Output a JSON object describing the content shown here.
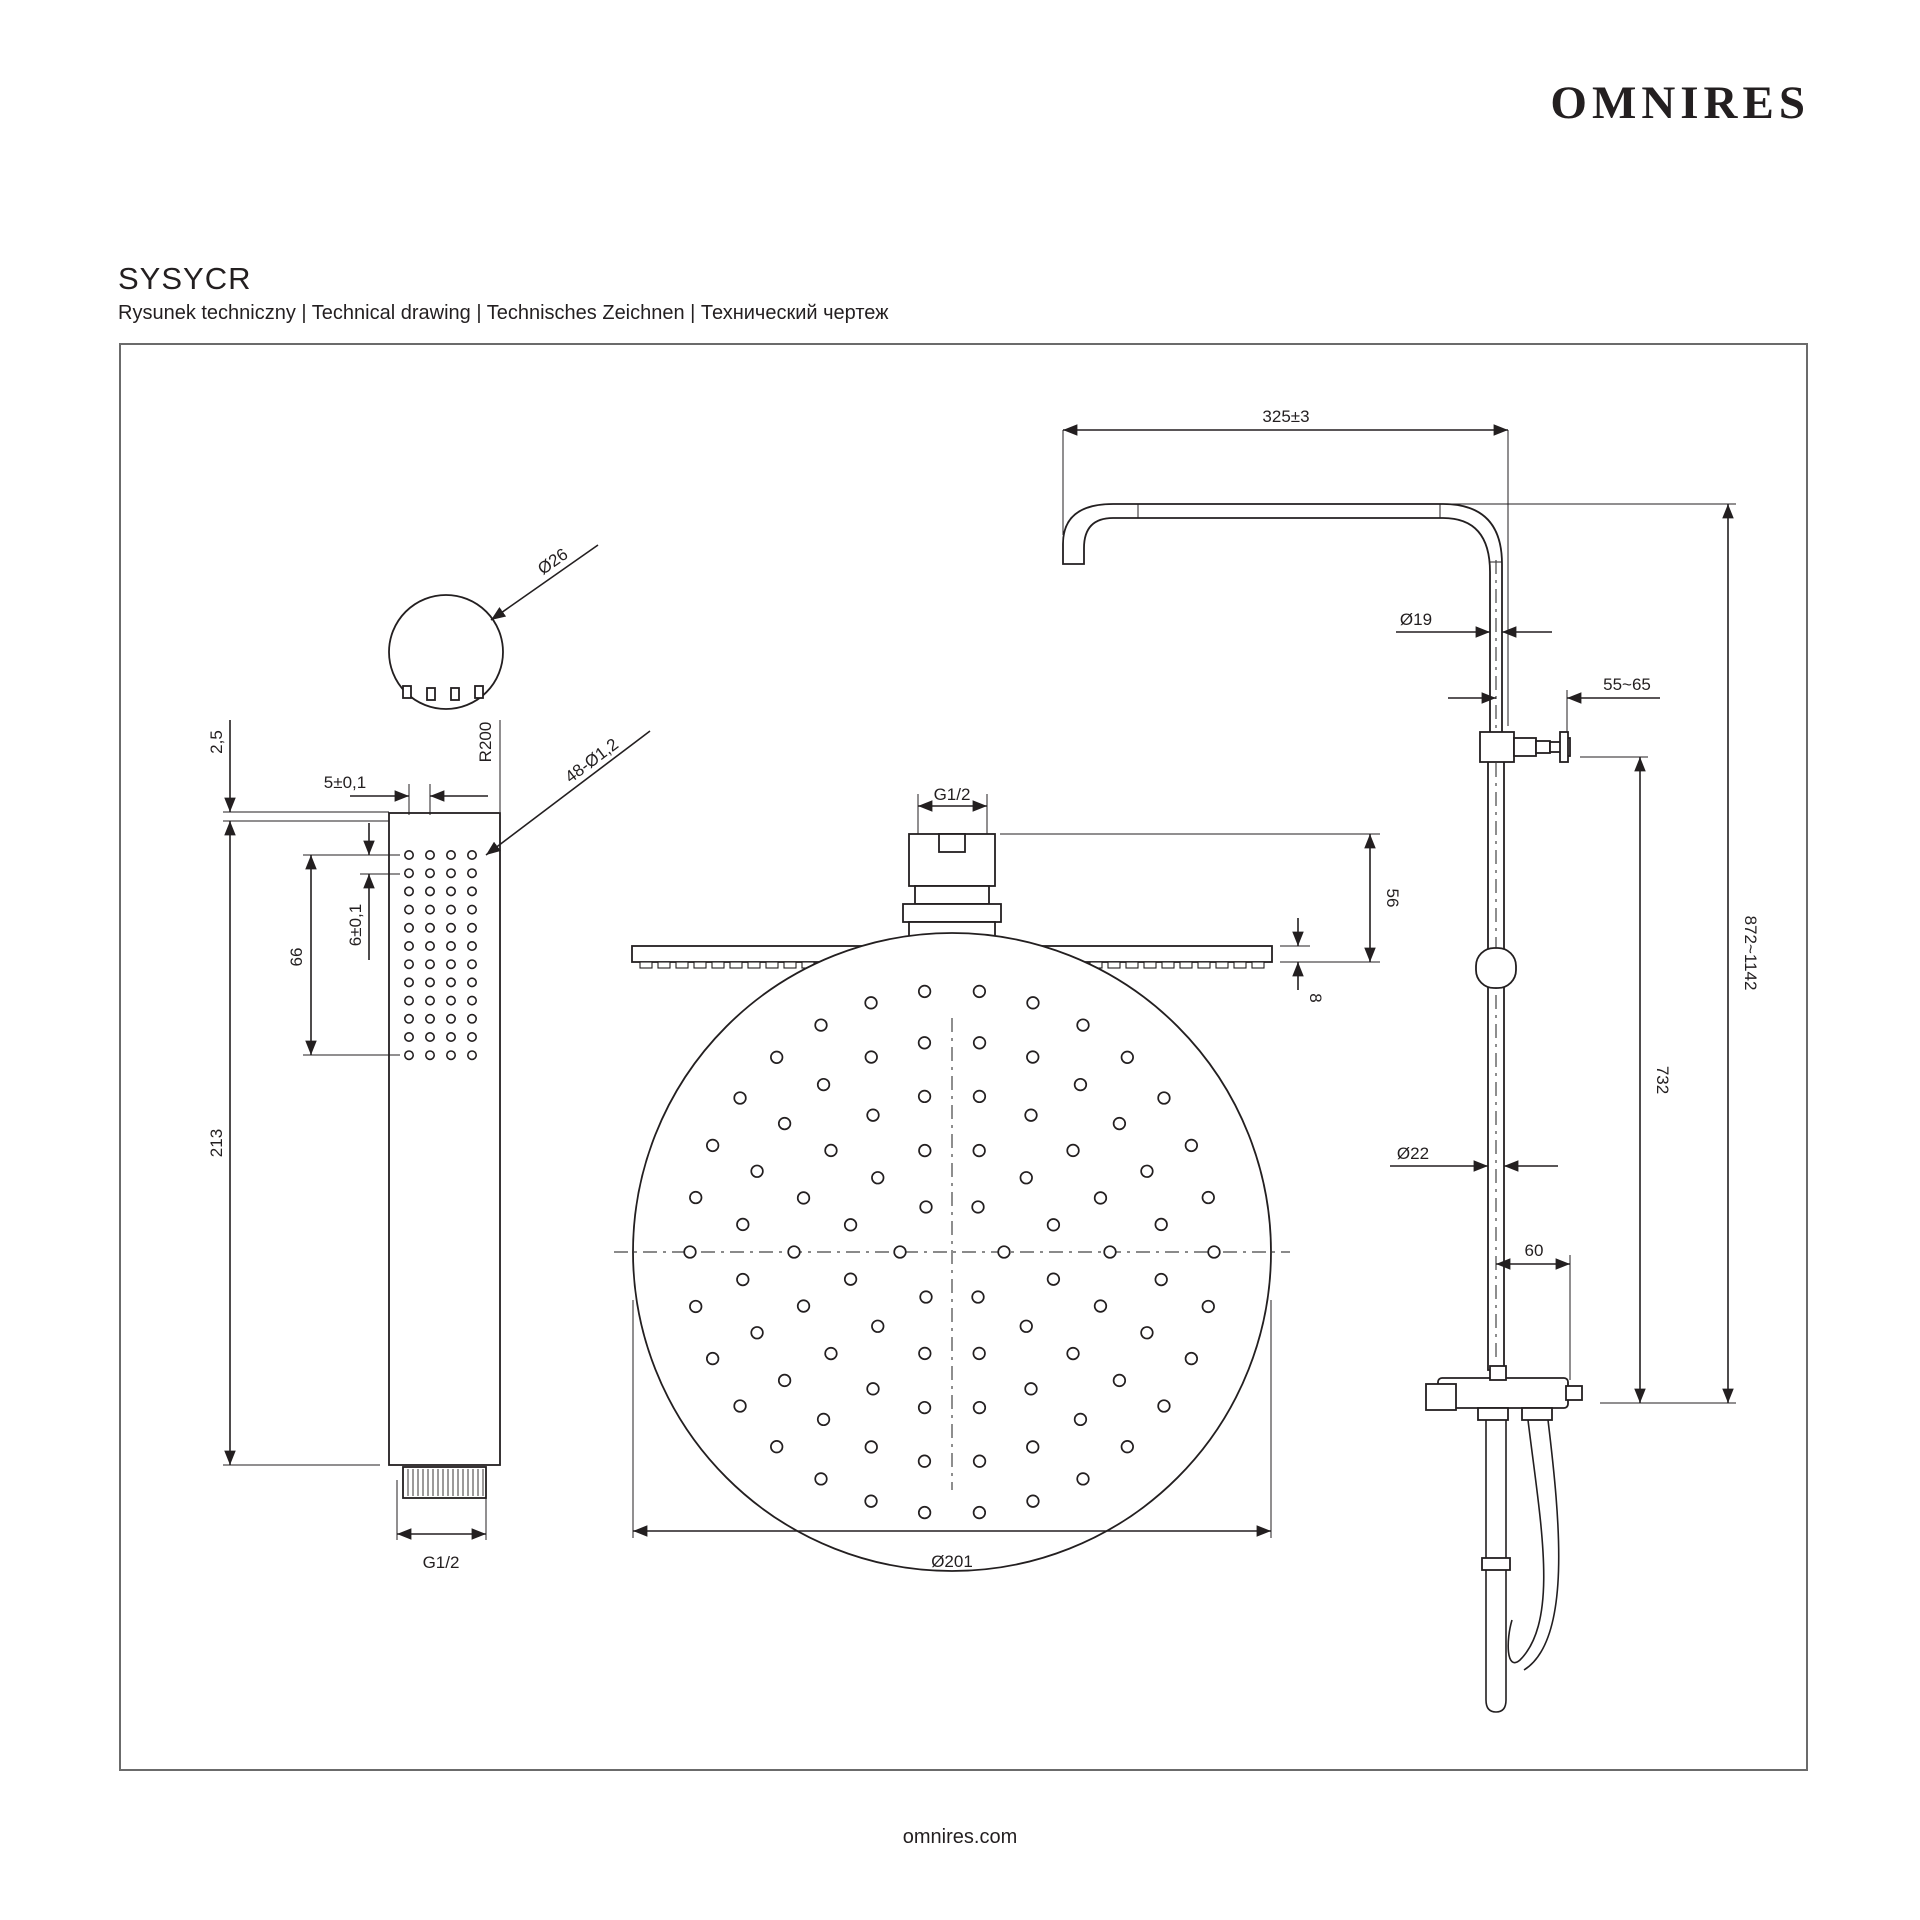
{
  "brand": "OMNIRES",
  "model": "SYSYCR",
  "subtitle": "Rysunek techniczny | Technical drawing | Technisches Zeichnen | Технический чертеж",
  "footer": "omnires.com",
  "dimensions": {
    "arm_length": "325±3",
    "pipe_upper_dia": "Ø19",
    "pipe_lower_dia": "Ø22",
    "total_height": "872~1142",
    "slider_offset": "55~65",
    "slider_to_outlet": "732",
    "outlet_offset": "60",
    "head_connection": "G1/2",
    "head_height": "56",
    "plate_thickness": "8",
    "head_diameter": "Ø201",
    "hand_dia": "Ø26",
    "hand_radius": "R200",
    "hand_top": "2,5",
    "hand_nozzle_pitch_x": "5±0,1",
    "hand_nozzle_pitch_y": "6±0,1",
    "hand_nozzle_count": "48-Ø1,2",
    "hand_nozzle_field": "66",
    "hand_length": "213",
    "hand_thread": "G1/2"
  }
}
